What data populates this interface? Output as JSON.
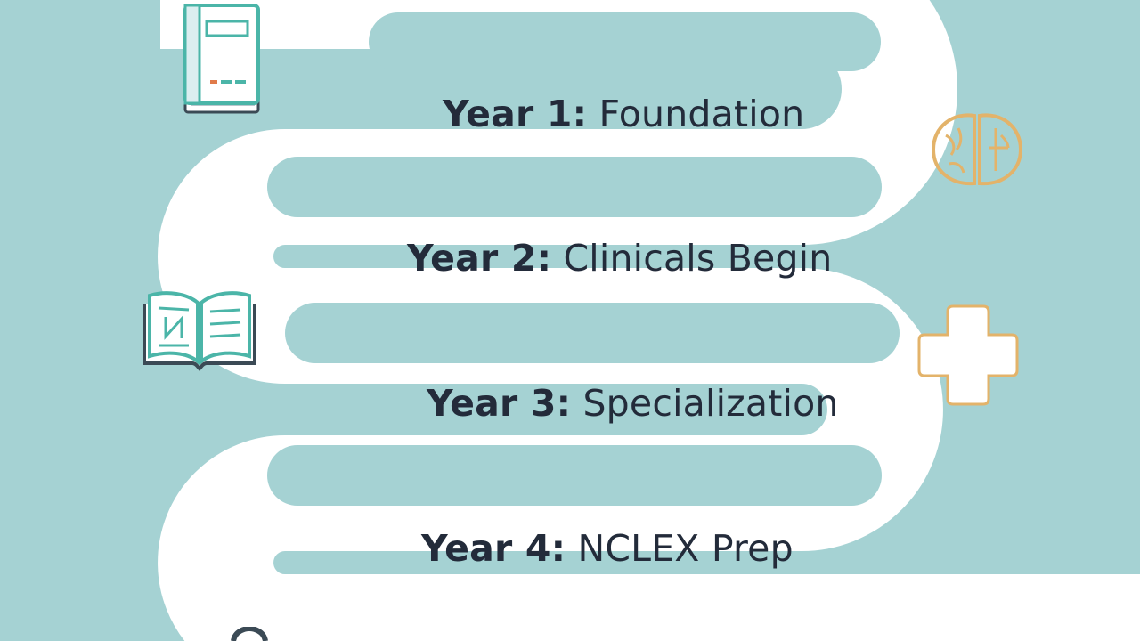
{
  "colors": {
    "background": "#a5d2d3",
    "path": "#ffffff",
    "text": "#232b3a",
    "icon_teal": "#4bb5a8",
    "icon_dark": "#3b4a55",
    "icon_gold": "#e3b36a"
  },
  "milestones": [
    {
      "prefix": "Year 1:",
      "title": "Foundation"
    },
    {
      "prefix": "Year 2:",
      "title": "Clinicals Begin"
    },
    {
      "prefix": "Year 3:",
      "title": "Specialization"
    },
    {
      "prefix": "Year 4:",
      "title": "NCLEX Prep"
    }
  ],
  "icons": [
    "closed-book-icon",
    "brain-icon",
    "open-book-icon",
    "medical-cross-icon",
    "location-pin-icon"
  ]
}
